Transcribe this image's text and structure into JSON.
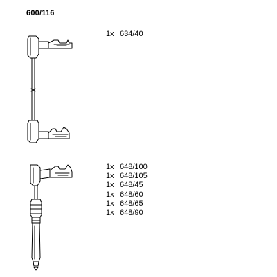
{
  "title": "600/116",
  "parts_top": [
    {
      "qty": "1x",
      "part": "634/40"
    }
  ],
  "parts_bottom": [
    {
      "qty": "1x",
      "part": "648/100"
    },
    {
      "qty": "1x",
      "part": "648/105"
    },
    {
      "qty": "1x",
      "part": "648/45"
    },
    {
      "qty": "1x",
      "part": "648/60"
    },
    {
      "qty": "1x",
      "part": "648/65"
    },
    {
      "qty": "1x",
      "part": "648/90"
    }
  ]
}
